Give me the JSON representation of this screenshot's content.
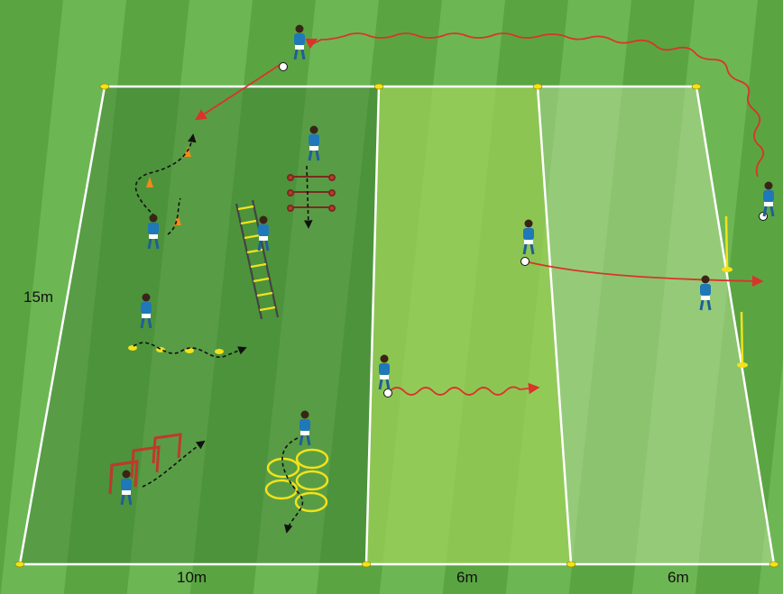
{
  "diagram": {
    "labels": {
      "side_length": "15m",
      "zone_1_width": "10m",
      "zone_2_width": "6m",
      "zone_3_width": "6m"
    },
    "colors": {
      "grass_dark": "#4f9a3a",
      "grass_light": "#69b24f",
      "zone_1_tint": "#3f7f33",
      "zone_2_tint": "#9fd05a",
      "zone_3_tint": "#b7dc95",
      "line": "#ffffff",
      "cone_marker": "#f2e21a",
      "dribble_path": "#d9342b",
      "run_path": "#111111",
      "player_shirt": "#1f78b8",
      "ring": "#f2e21a",
      "hurdle": "#c0392b",
      "ladder": "#f2e21a",
      "orange_cone": "#f08a1c"
    },
    "icons": [
      "player-icon",
      "ball-icon",
      "cone-icon",
      "pole-icon",
      "hurdle-icon",
      "agility-ladder-icon",
      "speed-ring-icon",
      "mini-hurdle-icon"
    ]
  }
}
